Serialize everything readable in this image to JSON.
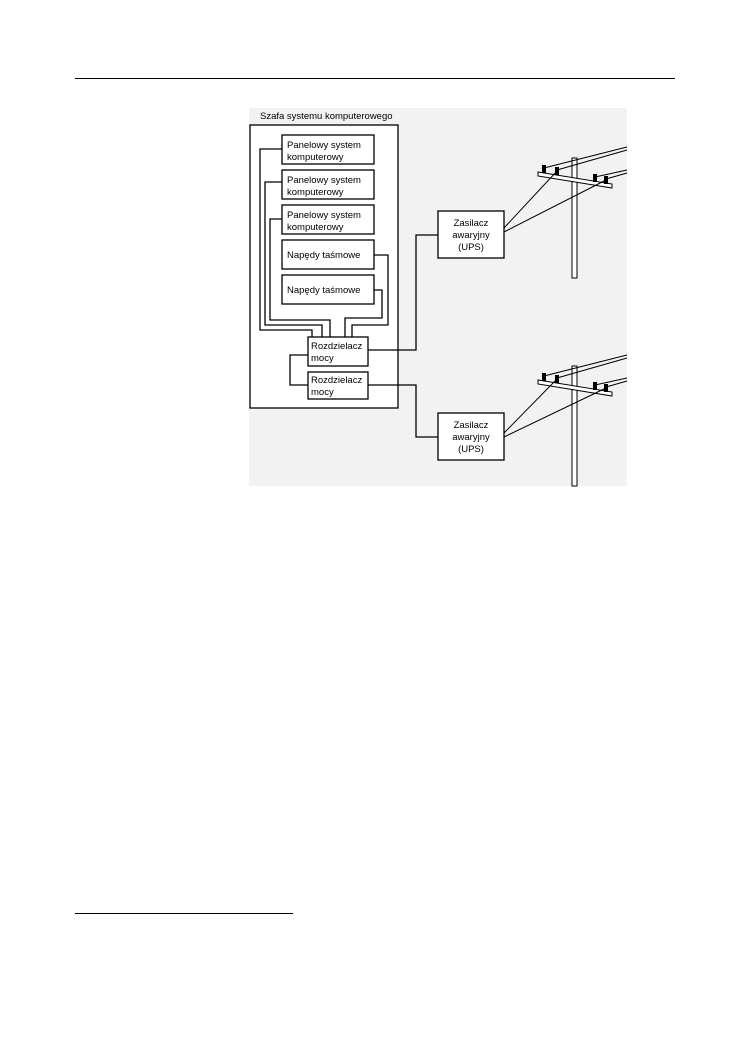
{
  "diagram": {
    "cabinet_title": "Szafa systemu komputerowego",
    "panels": [
      {
        "line1": "Panelowy system",
        "line2": "komputerowy"
      },
      {
        "line1": "Panelowy system",
        "line2": "komputerowy"
      },
      {
        "line1": "Panelowy system",
        "line2": "komputerowy"
      }
    ],
    "tape_drives": [
      {
        "label": "Napędy taśmowe"
      },
      {
        "label": "Napędy taśmowe"
      }
    ],
    "distributors": [
      {
        "line1": "Rozdzielacz",
        "line2": "mocy"
      },
      {
        "line1": "Rozdzielacz",
        "line2": "mocy"
      }
    ],
    "ups": [
      {
        "line1": "Zasilacz",
        "line2": "awaryjny",
        "line3": "(UPS)"
      },
      {
        "line1": "Zasilacz",
        "line2": "awaryjny",
        "line3": "(UPS)"
      }
    ]
  }
}
